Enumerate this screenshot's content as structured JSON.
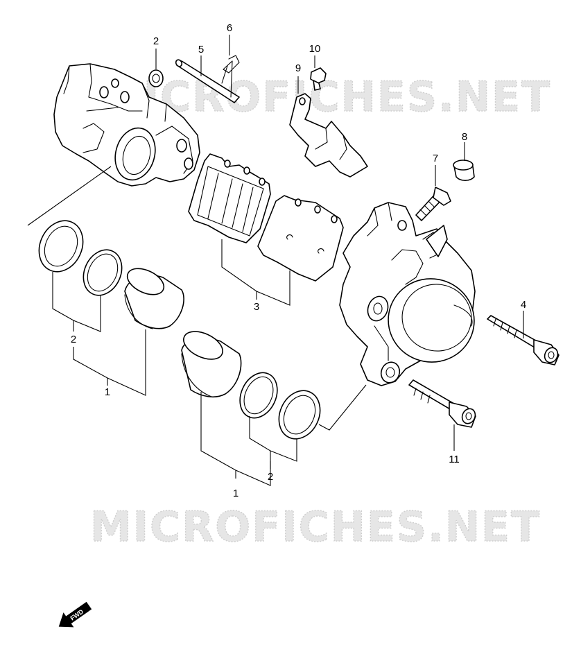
{
  "watermark": {
    "top": "MICROFICHES.NET",
    "bottom": "MICROFICHES.NET"
  },
  "callouts": [
    {
      "id": "label-1-left",
      "text": "1"
    },
    {
      "id": "label-2-left",
      "text": "2"
    },
    {
      "id": "label-1-right",
      "text": "1"
    },
    {
      "id": "label-2-right",
      "text": "2"
    },
    {
      "id": "label-2-top",
      "text": "2"
    },
    {
      "id": "label-3",
      "text": "3"
    },
    {
      "id": "label-4",
      "text": "4"
    },
    {
      "id": "label-5",
      "text": "5"
    },
    {
      "id": "label-6",
      "text": "6"
    },
    {
      "id": "label-7",
      "text": "7"
    },
    {
      "id": "label-8",
      "text": "8"
    },
    {
      "id": "label-9",
      "text": "9"
    },
    {
      "id": "label-10",
      "text": "10"
    },
    {
      "id": "label-11",
      "text": "11"
    }
  ],
  "direction_indicator": {
    "text": "FWD",
    "icon": "forward-arrow-icon"
  },
  "colors": {
    "line": "#000000",
    "background": "#ffffff",
    "watermark": "#cfcfcf"
  }
}
